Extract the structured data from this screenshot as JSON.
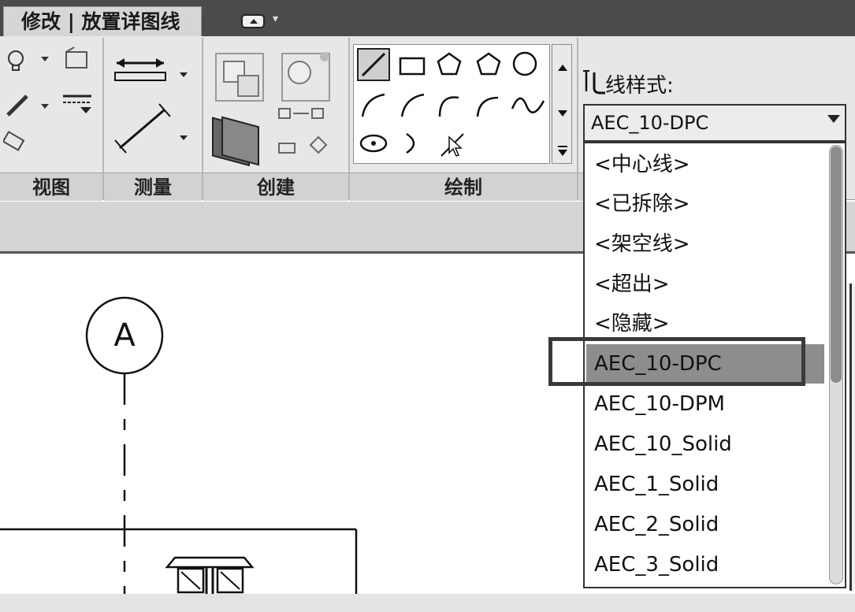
{
  "tab": {
    "active_label": "修改 | 放置详图线"
  },
  "panels": {
    "view": "视图",
    "measure": "测量",
    "create": "创建",
    "draw": "绘制"
  },
  "line_style": {
    "label": "线样式:",
    "selected": "AEC_10-DPC",
    "options": [
      "<中心线>",
      "<已拆除>",
      "<架空线>",
      "<超出>",
      "<隐藏>",
      "AEC_10-DPC",
      "AEC_10-DPM",
      "AEC_10_Solid",
      "AEC_1_Solid",
      "AEC_2_Solid",
      "AEC_3_Solid"
    ]
  },
  "canvas": {
    "grid_bubble_label": "A"
  },
  "colors": {
    "dark_bar": "#4b4b4b",
    "ribbon": "#e7e7e7",
    "selection": "#8d8d8d"
  }
}
